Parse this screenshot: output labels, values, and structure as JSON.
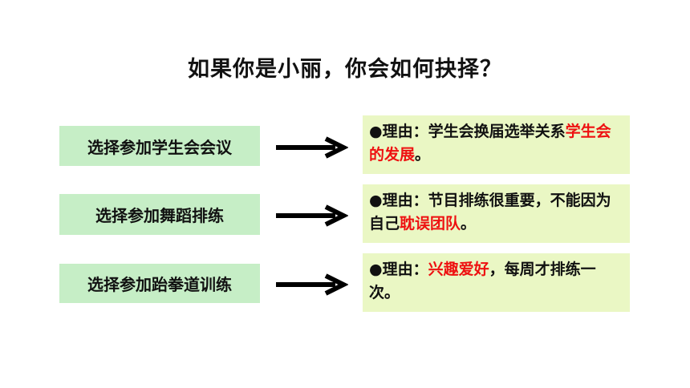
{
  "title": "如果你是小丽，你会如何抉择？",
  "rows": [
    {
      "option": "选择参加学生会会议",
      "reason_parts": [
        {
          "text": "●理由：学生会换届选举关系",
          "highlight": false
        },
        {
          "text": "学生会的发展",
          "highlight": true
        },
        {
          "text": "。",
          "highlight": false
        }
      ]
    },
    {
      "option": "选择参加舞蹈排练",
      "reason_parts": [
        {
          "text": "●理由：节目排练很重要，不能因为自己",
          "highlight": false
        },
        {
          "text": "耽误团队",
          "highlight": true
        },
        {
          "text": "。",
          "highlight": false
        }
      ]
    },
    {
      "option": "选择参加跆拳道训练",
      "reason_parts": [
        {
          "text": "●理由：",
          "highlight": false
        },
        {
          "text": "兴趣爱好",
          "highlight": true
        },
        {
          "text": "，每周才排练一次。",
          "highlight": false
        }
      ]
    }
  ],
  "colors": {
    "option_bg": "#c6eec6",
    "reason_bg": "#eaf7c4",
    "highlight": "#ee1111",
    "arrow": "#000000"
  },
  "icons": {
    "arrow": "right-arrow-icon"
  }
}
